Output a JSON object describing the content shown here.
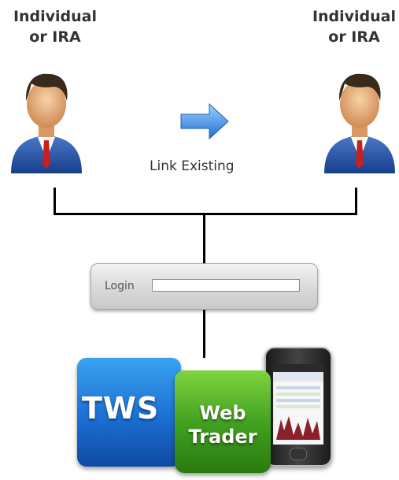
{
  "users": {
    "left": {
      "label": "Individual\nor IRA",
      "icon": "user-icon"
    },
    "right": {
      "label": "Individual\nor IRA",
      "icon": "user-icon"
    }
  },
  "link": {
    "label": "Link Existing",
    "icon": "right-arrow-icon"
  },
  "login": {
    "label": "Login",
    "value": ""
  },
  "apps": {
    "tws": {
      "label": "TWS",
      "color": "#1c6fd3"
    },
    "webtrader": {
      "label": "Web\nTrader",
      "color": "#3f9e1e"
    },
    "mobile": {
      "icon": "smartphone-icon"
    }
  },
  "colors": {
    "line": "#000000",
    "text": "#333333",
    "arrow": "#2f7fd6"
  }
}
